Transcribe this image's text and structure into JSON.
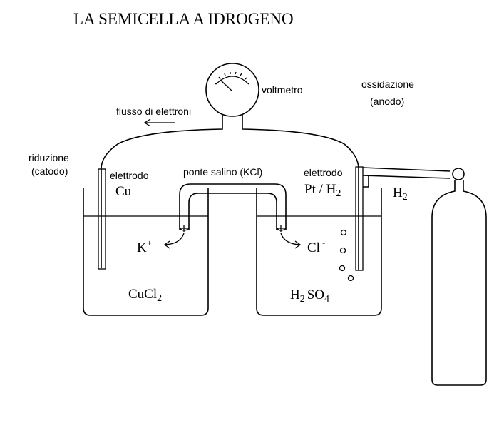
{
  "title": "LA  SEMICELLA  A  IDROGENO",
  "voltmeter": "voltmetro",
  "electron_flow": "flusso di elettroni",
  "cathode": {
    "role": "riduzione",
    "role_sub": "(catodo)",
    "electrode": "elettrodo",
    "metal": "Cu",
    "solution_main": "CuCl",
    "solution_sub": "2"
  },
  "anode": {
    "role": "ossidazione",
    "role_sub": "(anodo)",
    "electrode": "elettrodo",
    "metal_main": "Pt / H",
    "metal_sub": "2",
    "solution_h": "H",
    "solution_h_sub": "2",
    "solution_so": "SO",
    "solution_so_sub": "4"
  },
  "salt_bridge": "ponte salino (KCl)",
  "ions": {
    "k_main": "K",
    "k_sup": "+",
    "cl_main": "Cl",
    "cl_sup": "-"
  },
  "gas": {
    "main": "H",
    "sub": "2"
  }
}
